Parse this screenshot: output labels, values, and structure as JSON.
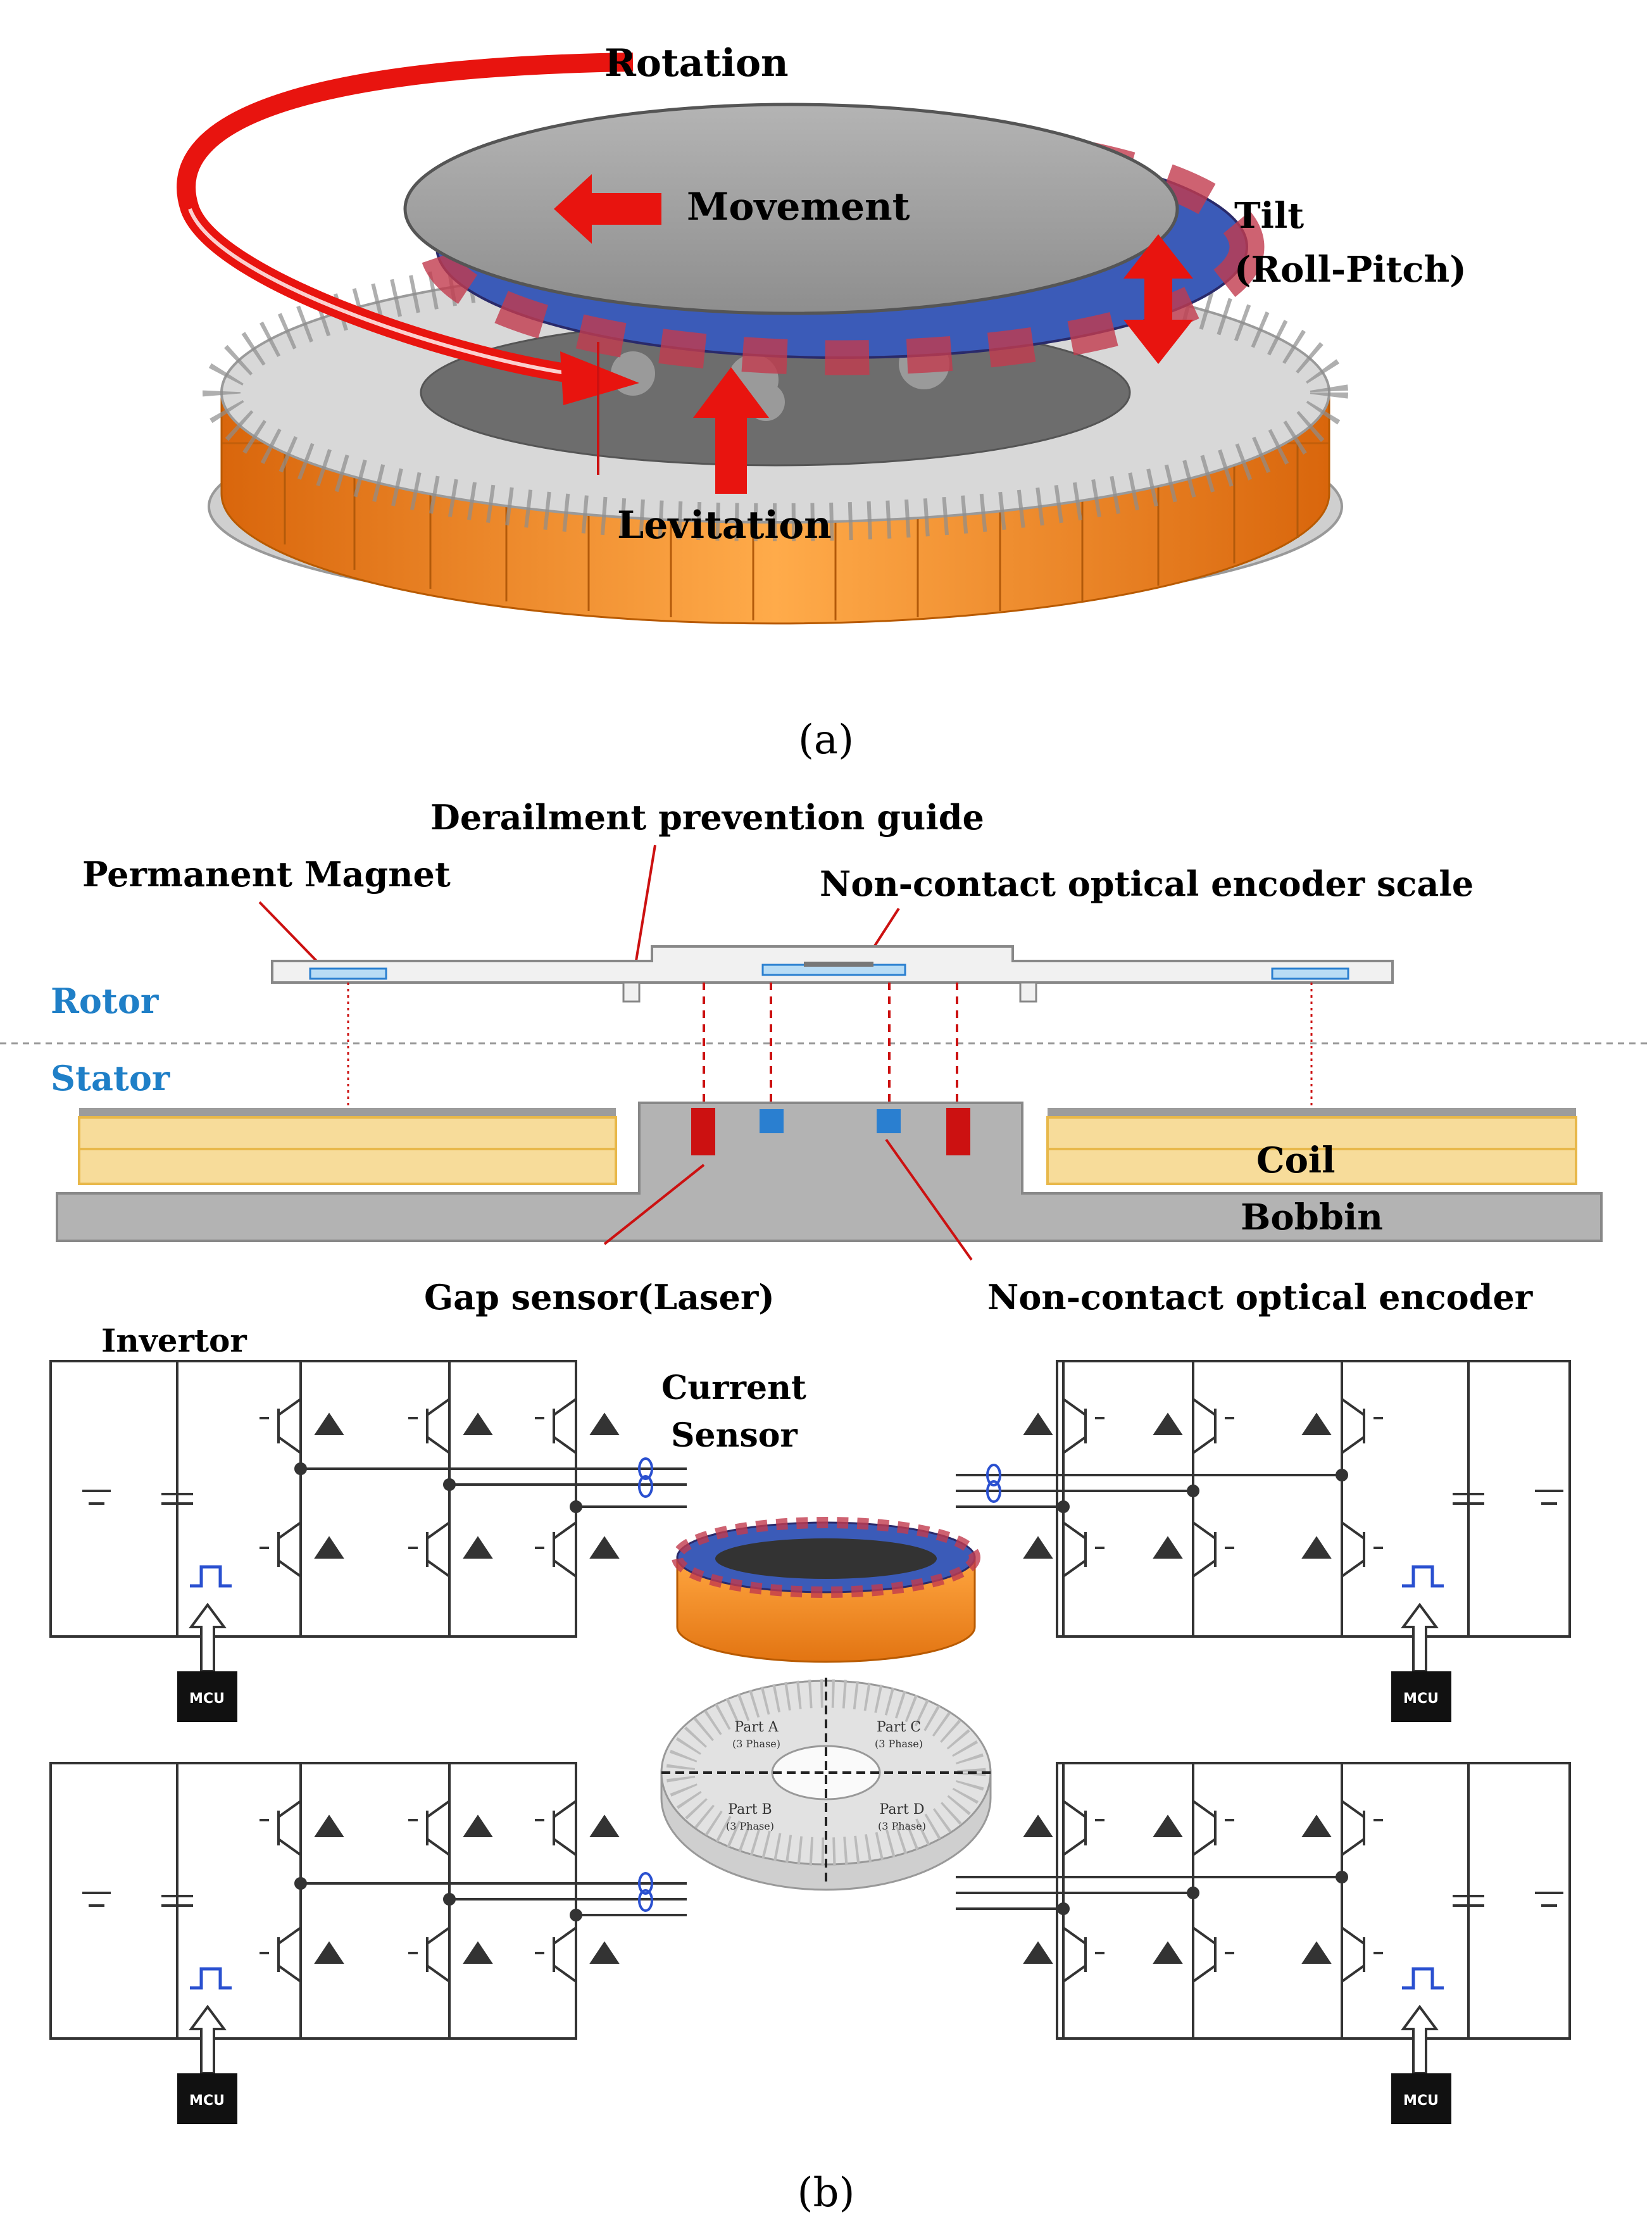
{
  "panel_a": {
    "labels": {
      "rotation": "Rotation",
      "movement": "Movement",
      "tilt": "Tilt",
      "tilt_sub": "(Roll-Pitch)",
      "levitation": "Levitation"
    },
    "caption": "(a)"
  },
  "panel_b": {
    "labels": {
      "derailment_guide": "Derailment prevention guide",
      "permanent_magnet": "Permanent Magnet",
      "encoder_scale": "Non-contact optical encoder scale",
      "rotor": "Rotor",
      "stator": "Stator",
      "coil": "Coil",
      "bobbin": "Bobbin",
      "gap_sensor": "Gap sensor(Laser)",
      "optical_encoder": "Non-contact optical encoder",
      "invertor": "Invertor",
      "current_sensor_line1": "Current",
      "current_sensor_line2": "Sensor",
      "mcu": "MCU"
    },
    "parts": [
      {
        "name": "Part A",
        "phase": "(3 Phase)"
      },
      {
        "name": "Part C",
        "phase": "(3 Phase)"
      },
      {
        "name": "Part B",
        "phase": "(3 Phase)"
      },
      {
        "name": "Part D",
        "phase": "(3 Phase)"
      }
    ],
    "caption": "(b)"
  },
  "colors": {
    "arrow_red": "#e8140f",
    "orange_stator": "#f08a1c",
    "rotor_gray": "#9c9c9c",
    "label_blue": "#1f7fc7",
    "coil_yellow": "#f7dc9a",
    "sensor_red": "#cc1111",
    "encoder_blue": "#2a7fd0"
  },
  "icons": [
    "mcu-chip-icon",
    "pwm-pulse-icon",
    "current-sensor-icon",
    "igbt-switch-icon",
    "diode-icon"
  ]
}
